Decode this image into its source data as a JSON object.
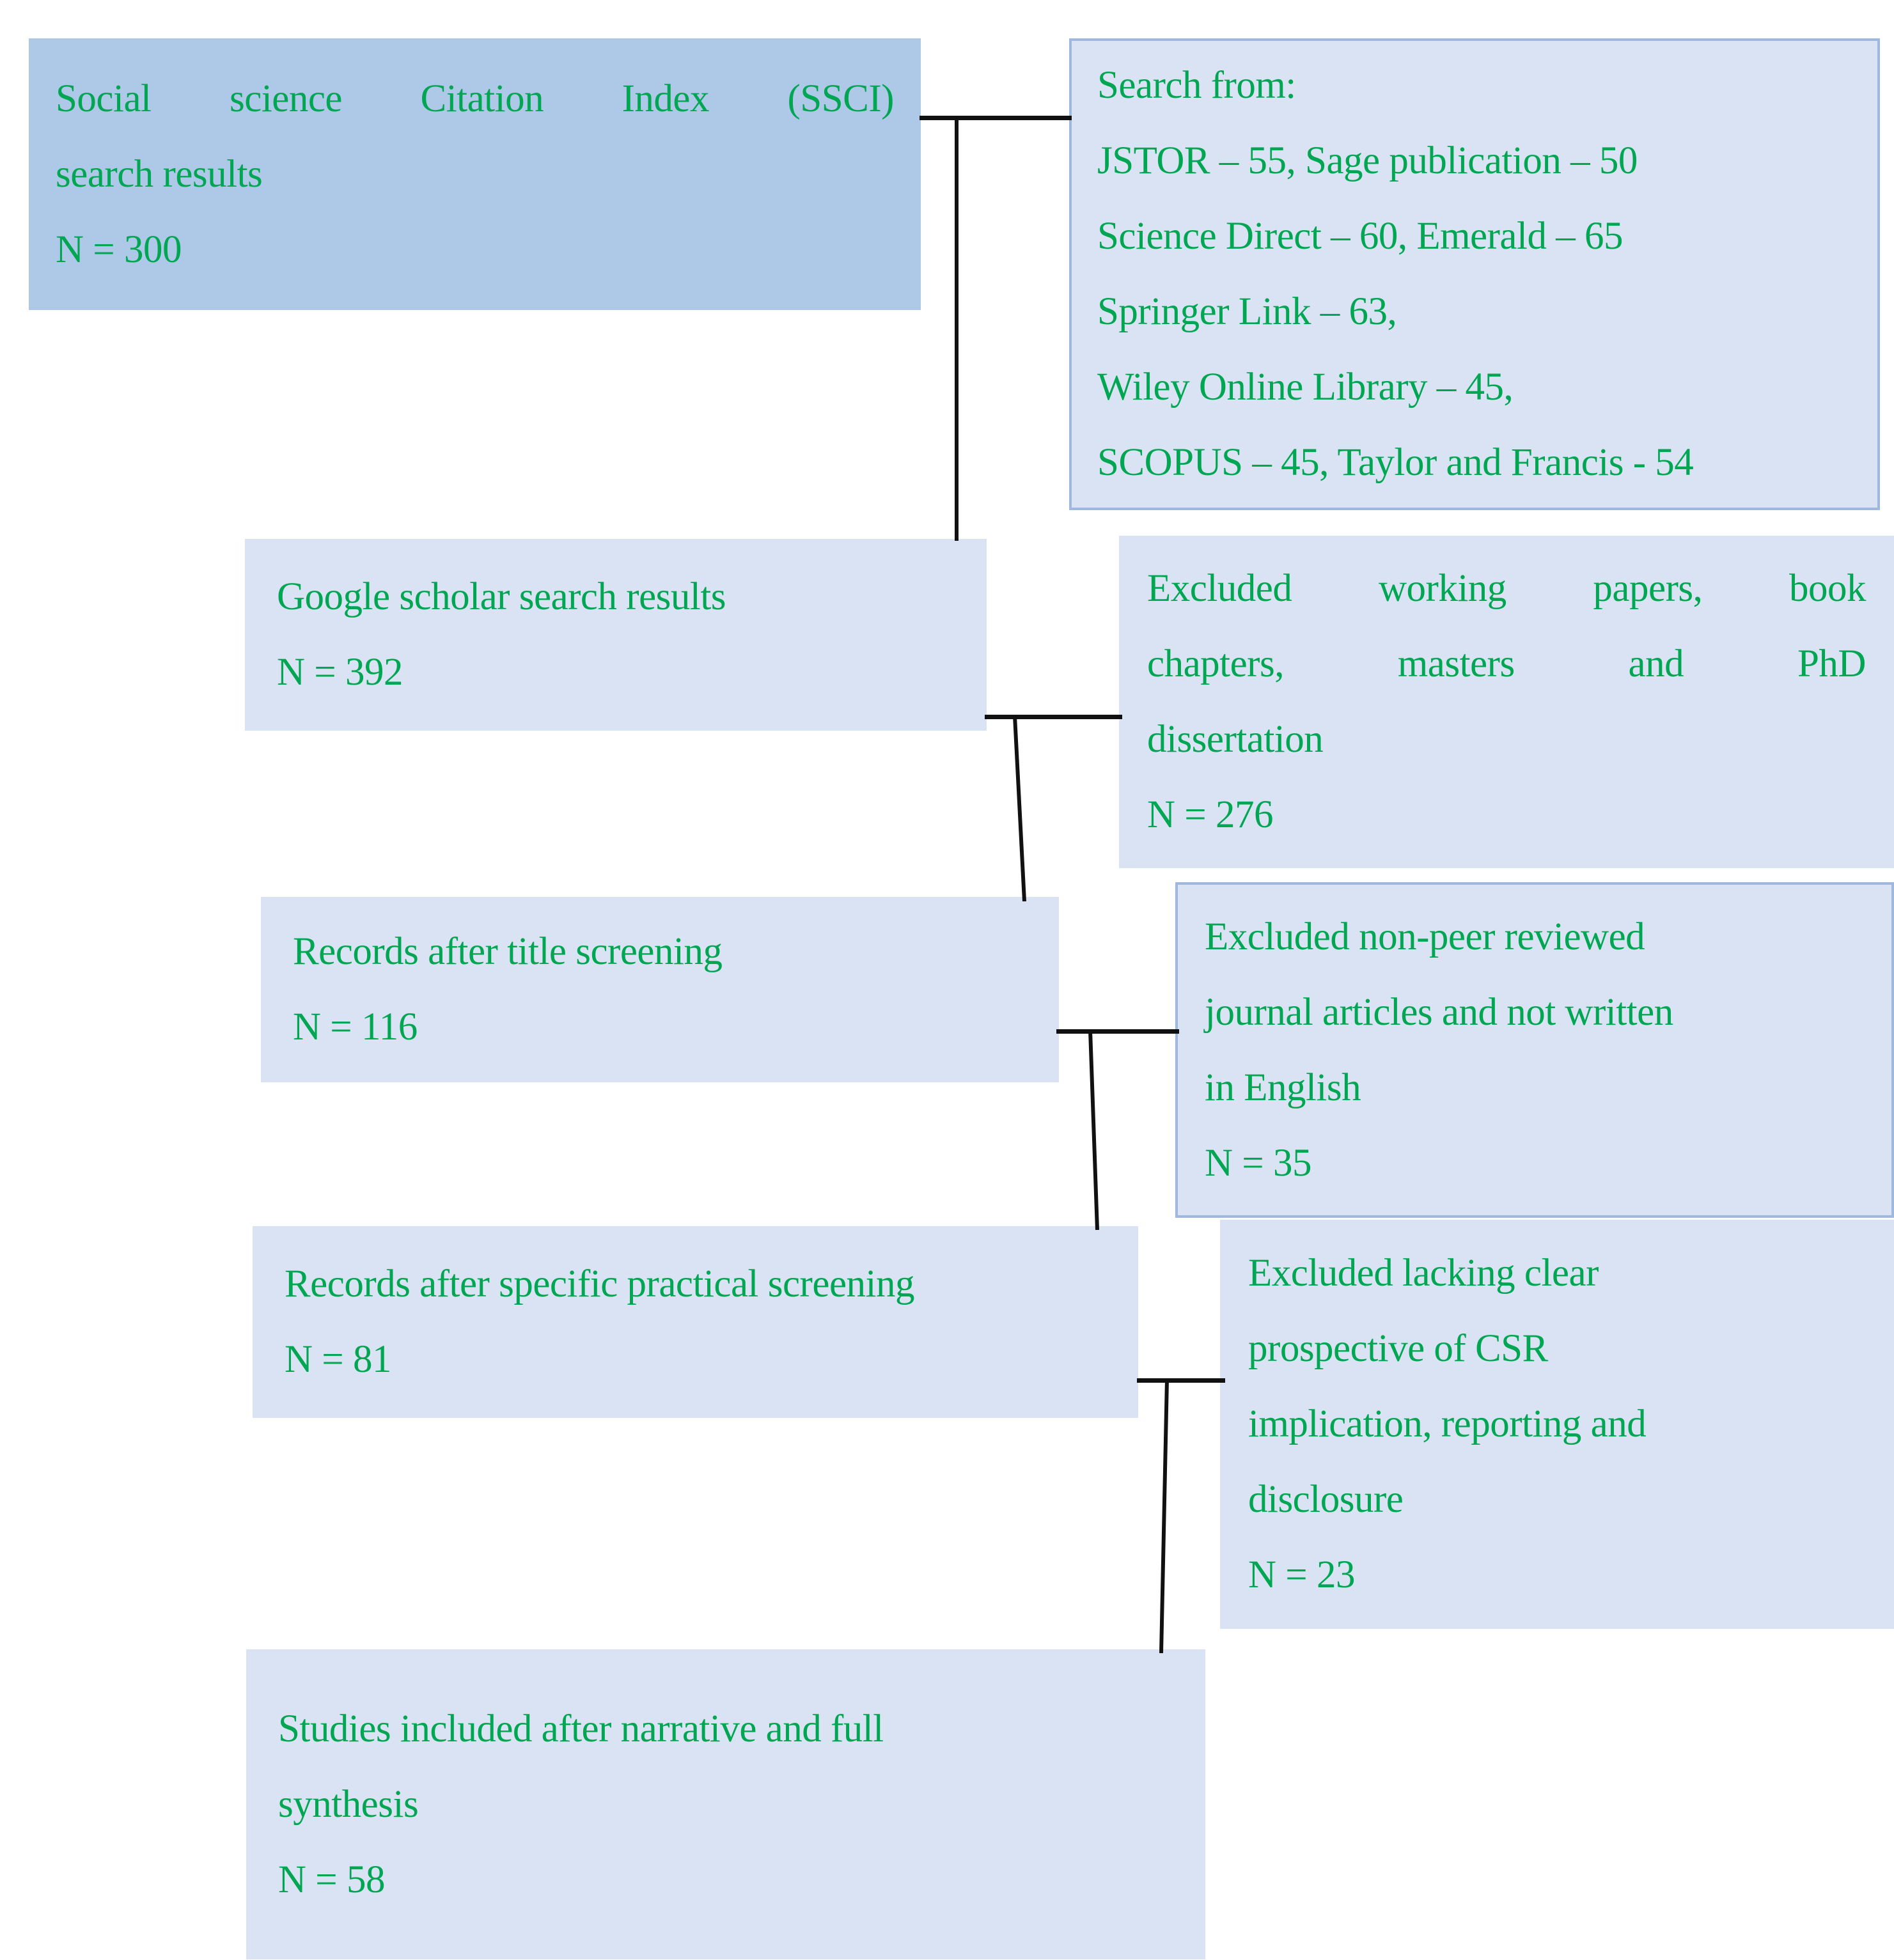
{
  "diagram": {
    "title": "PRISMA literature search and screening flow diagram",
    "text_color": "#00a651",
    "box_fill_primary": "#aec8e8",
    "box_fill_secondary": "#d9e3f3",
    "box_border_color": "#9fb8dd",
    "connector_color": "#111111"
  },
  "boxes": {
    "ssci": {
      "line1": "Social  science  Citation  Index  (SSCI)",
      "line2": "search results",
      "line3": "N = 300"
    },
    "search_from": {
      "line1": "Search from:",
      "line2": "JSTOR – 55, Sage publication – 50",
      "line3": "Science Direct – 60, Emerald – 65",
      "line4": "Springer Link – 63,",
      "line5": "Wiley Online Library – 45,",
      "line6": "SCOPUS – 45, Taylor and Francis - 54"
    },
    "google_scholar": {
      "line1": "Google scholar search results",
      "line2": "N = 392"
    },
    "excluded_working_papers": {
      "line1": "Excluded  working  papers,  book",
      "line2": "chapters,    masters    and    PhD",
      "line3": "dissertation",
      "line4": "N = 276"
    },
    "records_title_screening": {
      "line1": "Records after title screening",
      "line2": "N = 116"
    },
    "excluded_non_peer": {
      "line1": "Excluded non-peer reviewed",
      "line2": "journal articles and not written",
      "line3": "in English",
      "line4": "N = 35"
    },
    "records_practical_screening": {
      "line1": "Records after specific practical screening",
      "line2": "N = 81"
    },
    "excluded_lacking_csr": {
      "line1": "Excluded lacking clear",
      "line2": "prospective of CSR",
      "line3": "implication, reporting and",
      "line4": "disclosure",
      "line5": "N = 23"
    },
    "studies_included": {
      "line1": "Studies included after narrative and full",
      "line2": "synthesis",
      "line3": "N = 58"
    }
  },
  "counts": {
    "ssci_results": 300,
    "google_scholar_results": 392,
    "excluded_working_papers": 276,
    "records_after_title_screening": 116,
    "excluded_non_peer_reviewed": 35,
    "records_after_practical_screening": 81,
    "excluded_lacking_csr": 23,
    "studies_included": 58,
    "sources": {
      "JSTOR": 55,
      "Sage publication": 50,
      "Science Direct": 60,
      "Emerald": 65,
      "Springer Link": 63,
      "Wiley Online Library": 45,
      "SCOPUS": 45,
      "Taylor and Francis": 54
    }
  }
}
